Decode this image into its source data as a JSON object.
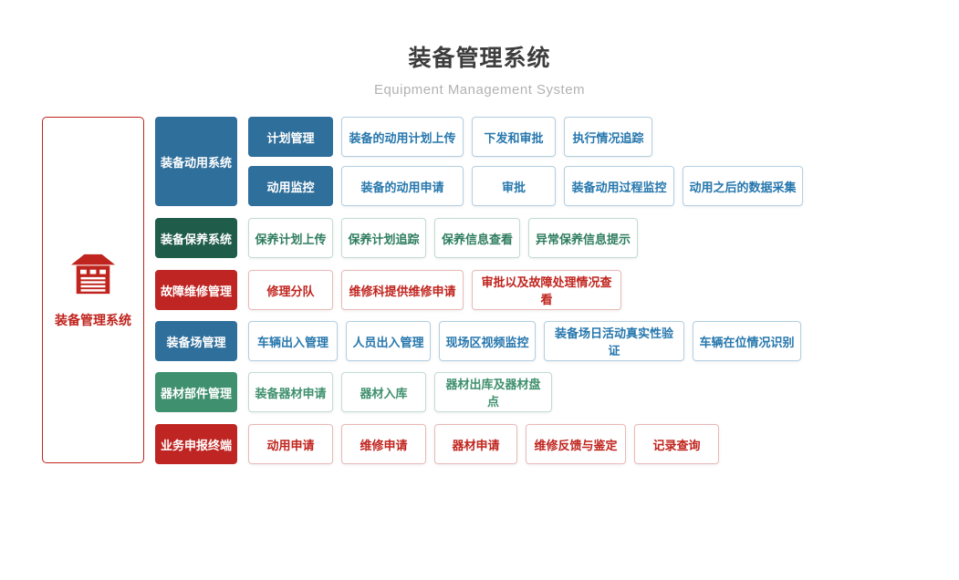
{
  "page": {
    "title": "装备管理系统",
    "subtitle": "Equipment Management System"
  },
  "root": {
    "label": "装备管理系统",
    "icon": "garage-icon"
  },
  "colors": {
    "blue": "#2f6f9b",
    "dark_green": "#1f5c4a",
    "green": "#3f906e",
    "red": "#bf2623",
    "item_blue_text": "#2777ad",
    "item_green_text": "#2e7d5f",
    "item_red_text": "#c0241e",
    "root_red": "#c0241e",
    "title_text": "#3d3d3d",
    "subtitle_text": "#b2b2b2"
  },
  "groups": [
    {
      "label": "装备动用系统",
      "theme": "blue",
      "subgroups": [
        {
          "label": "计划管理",
          "items": [
            "装备的动用计划上传",
            "下发和审批",
            "执行情况追踪"
          ]
        },
        {
          "label": "动用监控",
          "items": [
            "装备的动用申请",
            "审批",
            "装备动用过程监控",
            "动用之后的数据采集"
          ]
        }
      ]
    },
    {
      "label": "装备保养系统",
      "theme": "dark-green",
      "items": [
        "保养计划上传",
        "保养计划追踪",
        "保养信息查看",
        "异常保养信息提示"
      ]
    },
    {
      "label": "故障维修管理",
      "theme": "red",
      "items": [
        "修理分队",
        "维修科提供维修申请",
        "审批以及故障处理情况查看"
      ]
    },
    {
      "label": "装备场管理",
      "theme": "blue",
      "items": [
        "车辆出入管理",
        "人员出入管理",
        "现场区视频监控",
        "装备场日活动真实性验证",
        "车辆在位情况识别"
      ]
    },
    {
      "label": "器材部件管理",
      "theme": "green",
      "items": [
        "装备器材申请",
        "器材入库",
        "器材出库及器材盘点"
      ]
    },
    {
      "label": "业务申报终端",
      "theme": "red",
      "items": [
        "动用申请",
        "维修申请",
        "器材申请",
        "维修反馈与鉴定",
        "记录查询"
      ]
    }
  ]
}
